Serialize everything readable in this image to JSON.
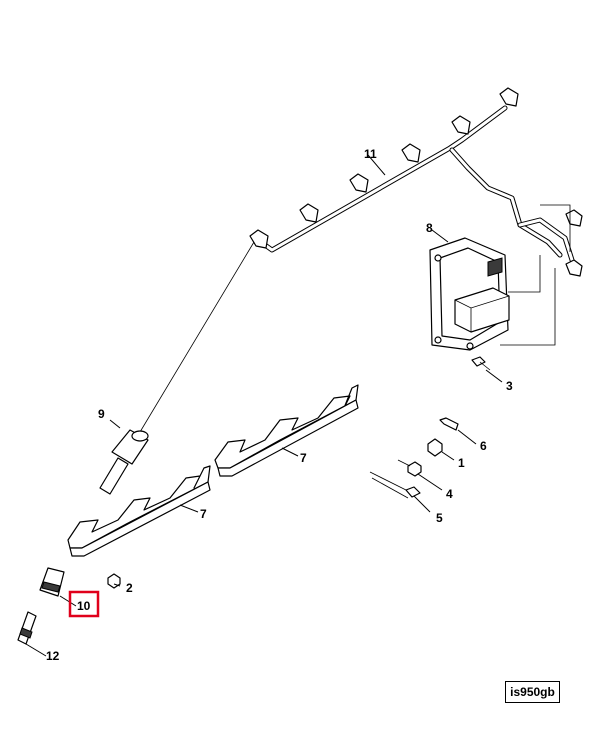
{
  "callouts": {
    "c1": "1",
    "c2": "2",
    "c3": "3",
    "c4": "4",
    "c5": "5",
    "c6": "6",
    "c7a": "7",
    "c7b": "7",
    "c8": "8",
    "c9": "9",
    "c10": "10",
    "c11": "11",
    "c12": "12"
  },
  "highlight_color": "#e0001b",
  "image_id": "is950gb"
}
